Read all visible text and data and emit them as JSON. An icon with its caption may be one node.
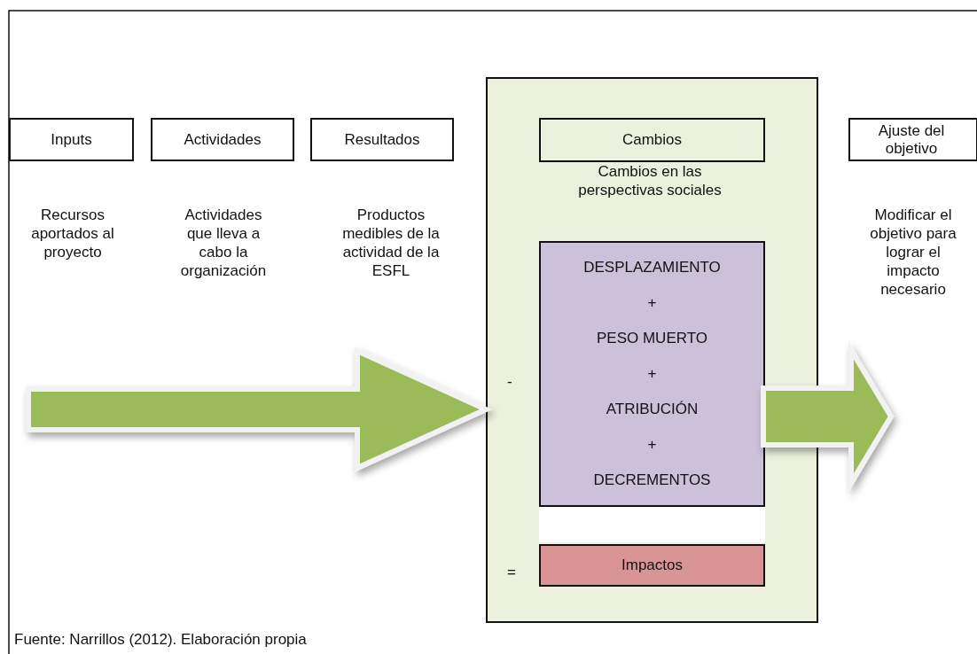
{
  "diagram": {
    "caption": "Fuente: Narrillos (2012). Elaboración propia",
    "nodes": [
      {
        "text": [
          "Inputs"
        ],
        "beside": [
          "Recursos aportados al proyecto"
        ]
      },
      {
        "text": [
          "Actividades"
        ],
        "beside": [
          "Actividades que lleva a cabo la organización"
        ]
      },
      {
        "text": [
          "Resultados"
        ],
        "beside": [
          "Productos medibles de la actividad de la ESFL"
        ]
      },
      {
        "text": [],
        "shape": "box"
      },
      {
        "text": [
          "Cambios"
        ],
        "in": 3,
        "beside": [
          "Cambios en las perspectivas sociales"
        ]
      },
      {
        "text": [
          "DESPLAZAMIENTO",
          "+",
          "PESO MUERTO",
          "+",
          "ATRIBUCIÓN",
          "+",
          "DECREMENTOS"
        ],
        "in": 3
      },
      {
        "text": [],
        "shape": "bar",
        "in": 3
      },
      {
        "text": [
          "Impactos"
        ],
        "in": 3
      },
      {
        "text": [
          "Ajuste del objetivo"
        ],
        "beside": [
          "Modificar el objetivo para lograr el impacto necesario"
        ]
      }
    ],
    "edges": [
      {
        "from": null,
        "to": 3,
        "arrow": "to",
        "style": "thick"
      },
      {
        "from": 5,
        "to": null,
        "arrow": "to",
        "style": "thick"
      }
    ],
    "labels": [
      "-",
      "="
    ]
  }
}
